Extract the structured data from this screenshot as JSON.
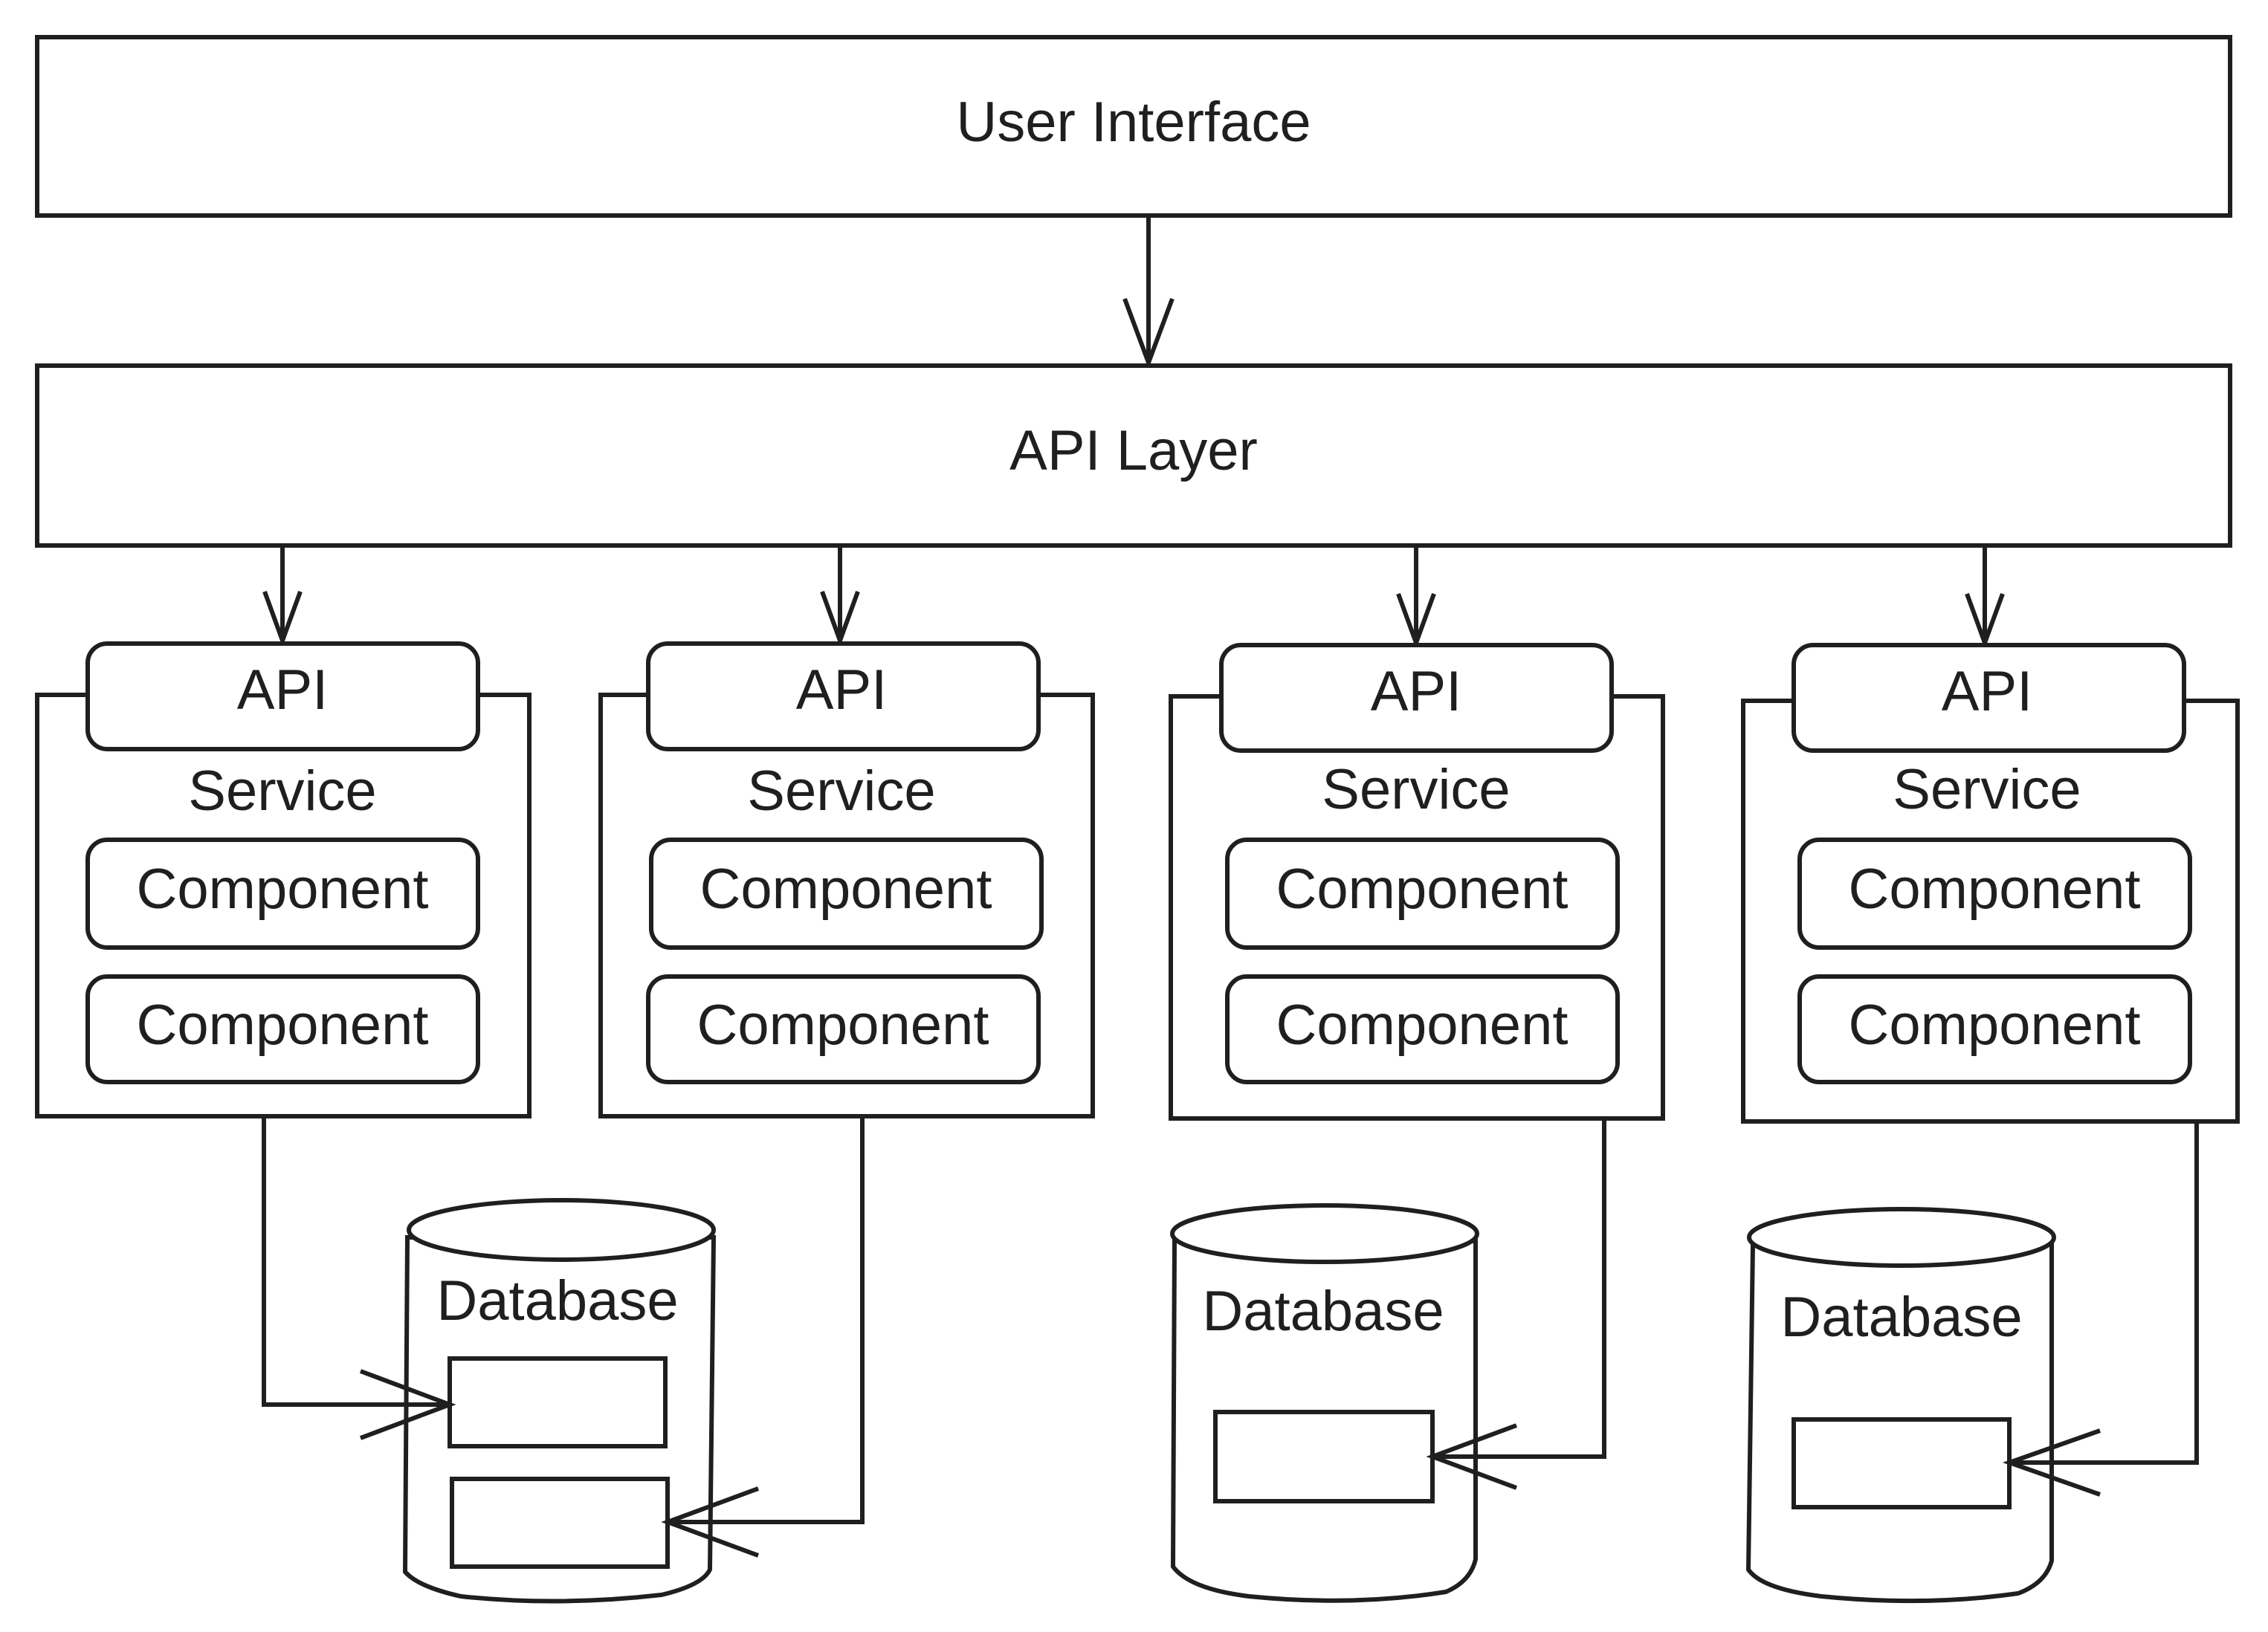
{
  "colors": {
    "stroke": "#1f1f1f",
    "background": "#ffffff"
  },
  "layers": {
    "user_interface": "User Interface",
    "api_layer": "API Layer"
  },
  "services": [
    {
      "api_label": "API",
      "service_label": "Service",
      "components": [
        "Component",
        "Component"
      ]
    },
    {
      "api_label": "API",
      "service_label": "Service",
      "components": [
        "Component",
        "Component"
      ]
    },
    {
      "api_label": "API",
      "service_label": "Service",
      "components": [
        "Component",
        "Component"
      ]
    },
    {
      "api_label": "API",
      "service_label": "Service",
      "components": [
        "Component",
        "Component"
      ]
    }
  ],
  "databases": [
    {
      "label": "Database",
      "table_count": 2
    },
    {
      "label": "Database",
      "table_count": 1
    },
    {
      "label": "Database",
      "table_count": 1
    }
  ],
  "connections": [
    {
      "from": "User Interface",
      "to": "API Layer"
    },
    {
      "from": "API Layer",
      "to": "Service 1 API"
    },
    {
      "from": "API Layer",
      "to": "Service 2 API"
    },
    {
      "from": "API Layer",
      "to": "Service 3 API"
    },
    {
      "from": "API Layer",
      "to": "Service 4 API"
    },
    {
      "from": "Service 1",
      "to": "Database 1 table 1"
    },
    {
      "from": "Service 2",
      "to": "Database 1 table 2"
    },
    {
      "from": "Service 3",
      "to": "Database 2 table 1"
    },
    {
      "from": "Service 4",
      "to": "Database 3 table 1"
    }
  ]
}
